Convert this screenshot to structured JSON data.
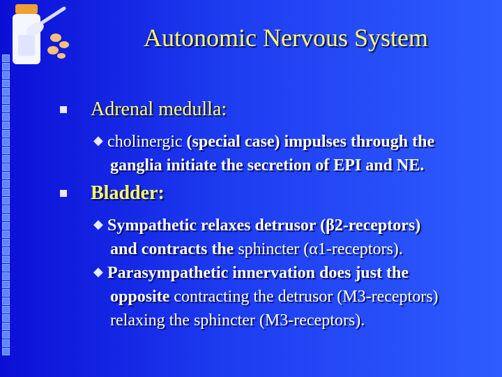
{
  "title": "Autonomic Nervous System",
  "items": [
    {
      "heading": "Adrenal medulla:",
      "subitems": [
        {
          "lines": [
            [
              {
                "text": "cholinergic ",
                "bold": false,
                "color": "white"
              },
              {
                "text": "(special case) impulses through the",
                "bold": true,
                "color": "white"
              }
            ],
            [
              {
                "text": "ganglia initiate the secretion of EPI and NE.",
                "bold": true,
                "color": "white"
              }
            ]
          ]
        }
      ]
    },
    {
      "heading": "Bladder:",
      "subitems": [
        {
          "lines": [
            [
              {
                "text": "Sympathetic relaxes detrusor (β2-receptors)",
                "bold": true,
                "color": "white"
              }
            ],
            [
              {
                "text": "and contracts the ",
                "bold": true,
                "color": "white"
              },
              {
                "text": "sphincter (α1-receptors).",
                "bold": false,
                "color": "white"
              }
            ]
          ]
        },
        {
          "lines": [
            [
              {
                "text": "Parasympathetic innervation does just the",
                "bold": true,
                "color": "white"
              }
            ],
            [
              {
                "text": "opposite ",
                "bold": true,
                "color": "white"
              },
              {
                "text": "contracting the detrusor (M3-receptors)",
                "bold": false,
                "color": "white"
              }
            ],
            [
              {
                "text": "relaxing the sphincter (M3-receptors).",
                "bold": false,
                "color": "white"
              }
            ]
          ]
        }
      ]
    }
  ],
  "colors": {
    "title": "#ffff66",
    "heading": "#ffff66",
    "body": "#ffffff",
    "background": "#1d3cf0"
  },
  "icons": {
    "level1_bullet": "square-bullet-icon",
    "level2_bullet": "diamond-bullet-icon"
  }
}
